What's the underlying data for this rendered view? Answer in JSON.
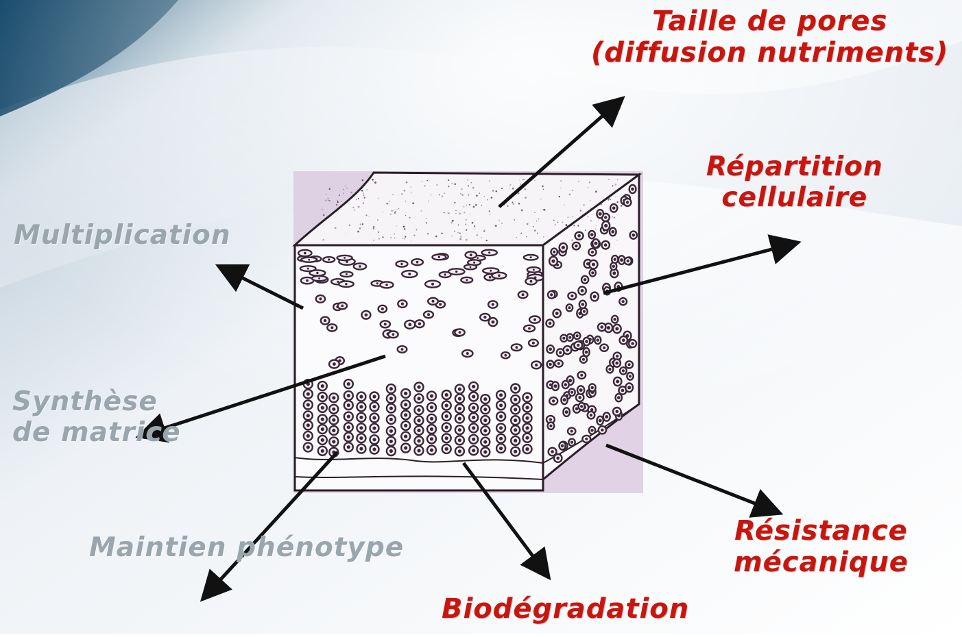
{
  "labels": {
    "pores": [
      "Taille de pores",
      "(diffusion nutriments)"
    ],
    "repartition": [
      "Répartition",
      "cellulaire"
    ],
    "multiplication": "Multiplication",
    "synthese": [
      "Synthèse",
      "de matrice"
    ],
    "maintien": "Maintien phénotype",
    "biodegradation": "Biodégradation",
    "resistance": [
      "Résistance",
      "mécanique"
    ]
  },
  "colors": {
    "highlighted_label": "#c8160e",
    "dimmed_label": "#9aa6ae",
    "arrow": "#111111",
    "cells": "#3a2838",
    "scaffold_tint": "#d9c6de"
  }
}
